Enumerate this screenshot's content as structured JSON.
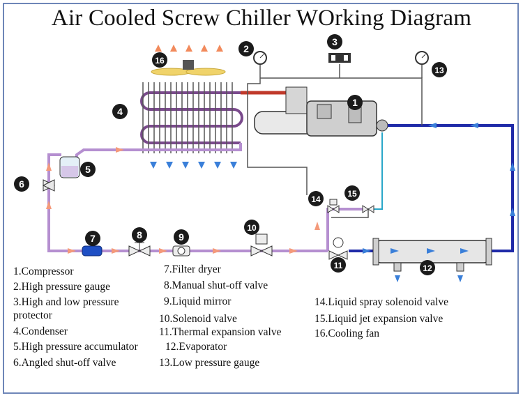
{
  "title": "Air Cooled Screw Chiller WOrking Diagram",
  "badges": [
    "1",
    "2",
    "3",
    "4",
    "5",
    "6",
    "7",
    "8",
    "9",
    "10",
    "13",
    "14",
    "15",
    "16",
    "11",
    "12"
  ],
  "legend": {
    "l1": "1.Compressor",
    "l2": "2.High pressure gauge",
    "l3": "3.High and low pressure protector",
    "l4": "4.Condenser",
    "l5": "5.High pressure accumulator",
    "l6": "6.Angled shut-off valve",
    "l7": "7.Filter dryer",
    "l8": "8.Manual shut-off valve",
    "l9": "9.Liquid mirror",
    "l10": "10.Solenoid valve",
    "l11": "11.Thermal expansion valve",
    "l12": "12.Evaporator",
    "l13": "13.Low pressure gauge",
    "l14": "14.Liquid spray solenoid valve",
    "l15": "15.Liquid jet expansion valve",
    "l16": "16.Cooling fan"
  },
  "colors": {
    "hot_pipe": "#b58fd0",
    "cold_pipe": "#1f2aa8",
    "wire": "#555555",
    "cyan_line": "#2aa7c9",
    "orange_arrow": "#f49a7b",
    "blue_arrow": "#3a7fd9",
    "filter": "#1e4fc4"
  }
}
